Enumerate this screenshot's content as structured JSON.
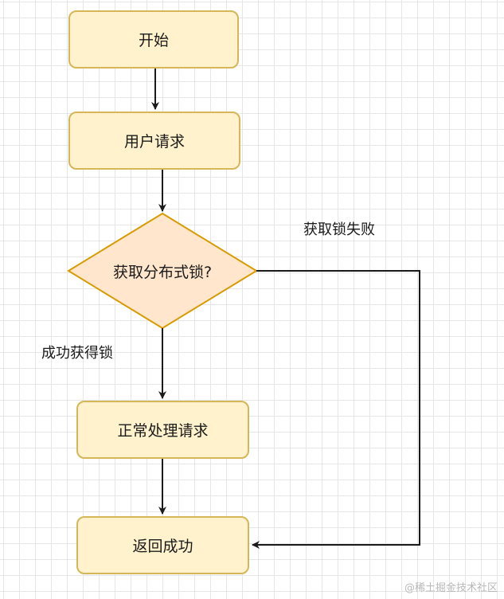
{
  "nodes": {
    "start": "开始",
    "user_request": "用户请求",
    "decision": "获取分布式锁?",
    "process": "正常处理请求",
    "return": "返回成功"
  },
  "edge_labels": {
    "lock_failed": "获取锁失败",
    "lock_acquired": "成功获得锁"
  },
  "watermark": "@稀土掘金技术社区",
  "colors": {
    "rect_fill": "#fff2cc",
    "rect_border": "#d6b656",
    "diamond_fill": "#ffe6cc",
    "diamond_border": "#d79b00",
    "edge": "#1a1a1a"
  }
}
